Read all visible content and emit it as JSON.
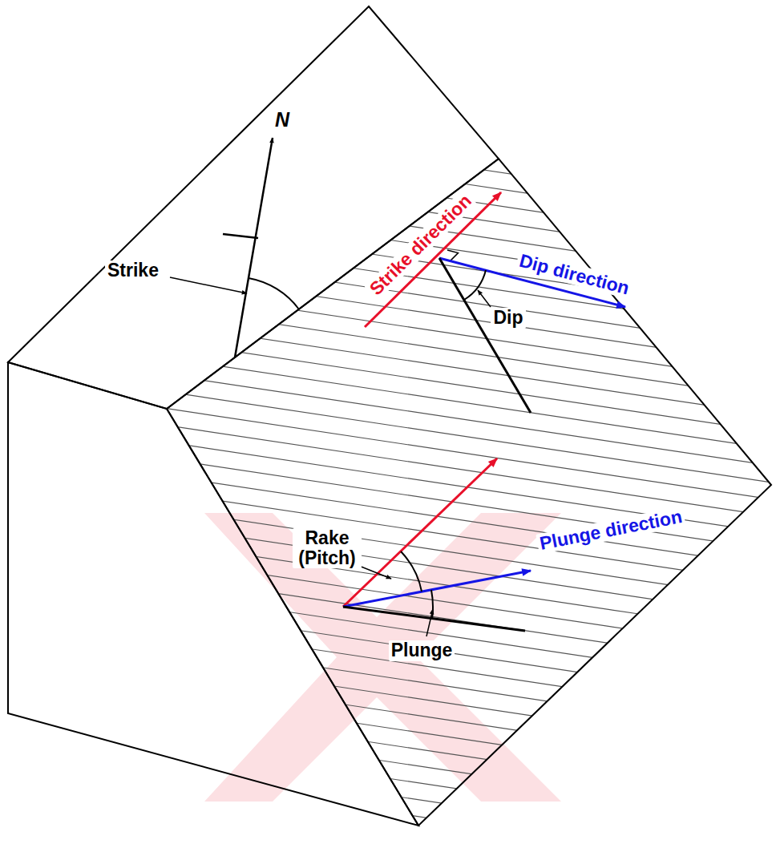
{
  "diagram": {
    "labels": [
      "N",
      "Strike",
      "Strike direction",
      "Dip direction",
      "Dip",
      "Rake (Pitch)",
      "Plunge direction",
      "Plunge"
    ]
  }
}
